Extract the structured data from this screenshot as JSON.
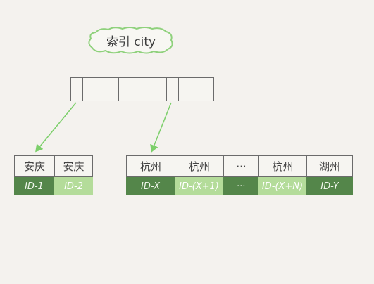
{
  "title": "索引 city",
  "root_cells": 6,
  "left_leaf": [
    {
      "city": "安庆",
      "id": "ID-1",
      "shade": "dark"
    },
    {
      "city": "安庆",
      "id": "ID-2",
      "shade": "light"
    }
  ],
  "right_leaf": [
    {
      "city": "杭州",
      "id": "ID-X",
      "shade": "dark"
    },
    {
      "city": "杭州",
      "id": "ID-(X+1)",
      "shade": "light"
    },
    {
      "city": "···",
      "id": "···",
      "shade": "dark"
    },
    {
      "city": "杭州",
      "id": "ID-(X+N)",
      "shade": "light"
    },
    {
      "city": "湖州",
      "id": "ID-Y",
      "shade": "dark"
    }
  ],
  "colors": {
    "dark_green": "#54864a",
    "light_green": "#b4dc9a",
    "arrow": "#7ccf6a",
    "border": "#6b6b6b",
    "background": "#f4f2ee"
  }
}
